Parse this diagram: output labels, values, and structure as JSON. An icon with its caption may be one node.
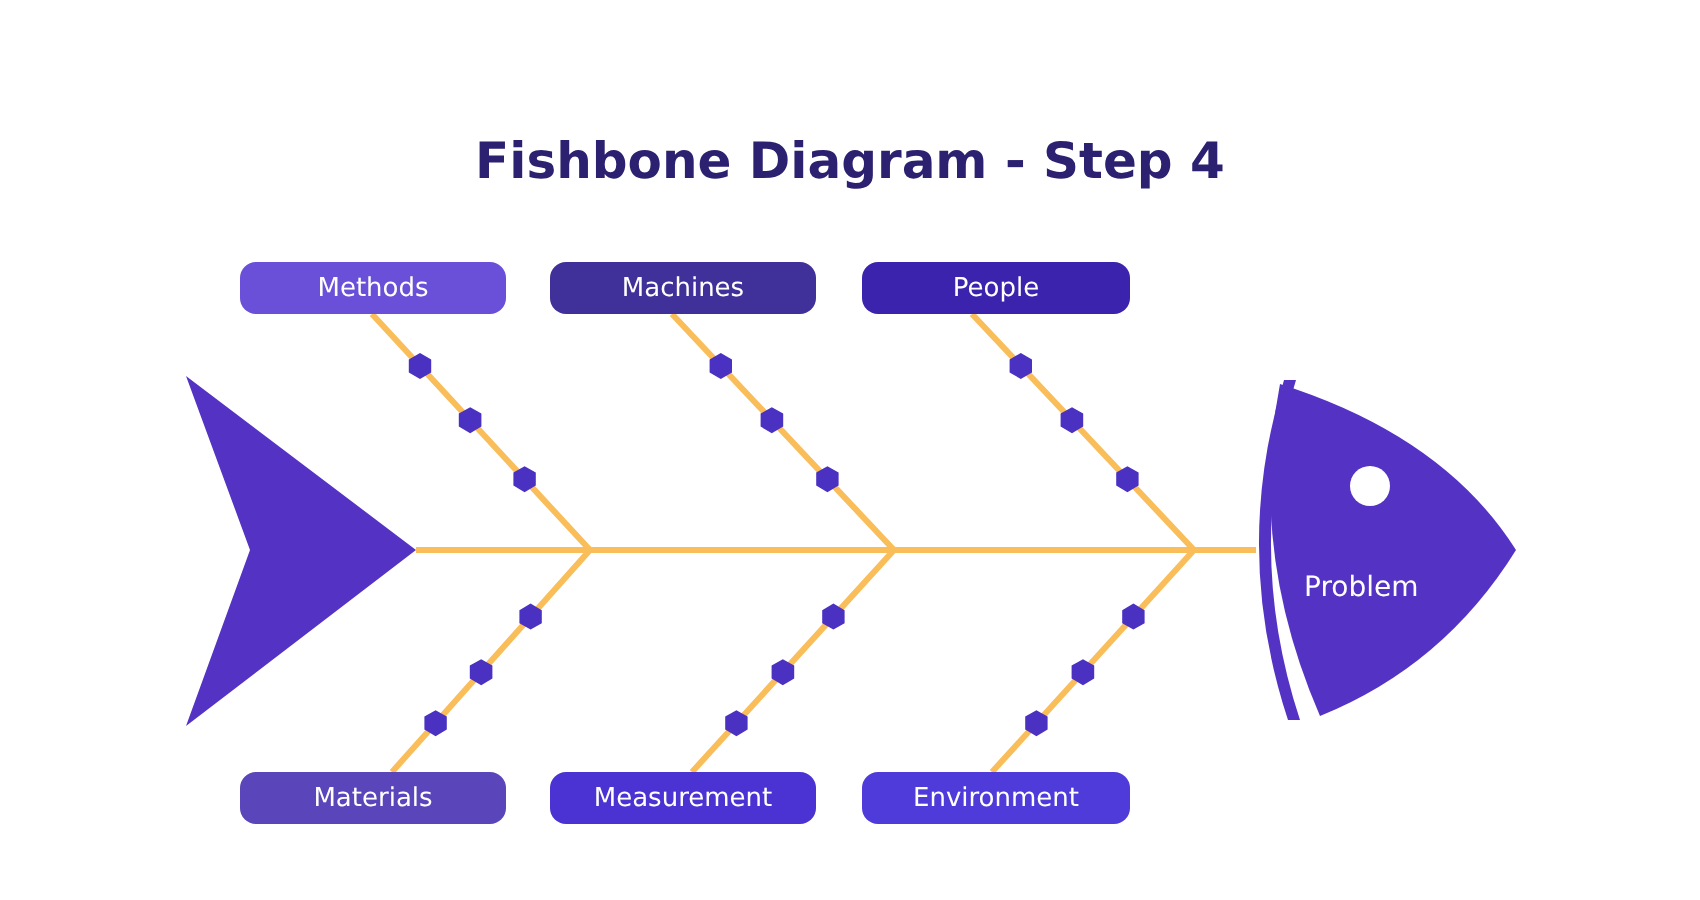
{
  "diagram": {
    "title": "Fishbone Diagram - Step 4",
    "nodes": [
      {
        "text": [
          "Methods"
        ]
      },
      {
        "text": [
          "Machines"
        ]
      },
      {
        "text": [
          "People"
        ]
      },
      {
        "text": [],
        "shape": "triangle"
      },
      {
        "text": [
          "Problem"
        ]
      },
      {
        "text": [
          "Materials"
        ]
      },
      {
        "text": [
          "Measurement"
        ]
      },
      {
        "text": [
          "Environment"
        ]
      }
    ],
    "edges": [
      {
        "from": 3,
        "to": 4,
        "arrow": "none"
      },
      {
        "from": 0,
        "to": 4,
        "arrow": "none"
      },
      {
        "from": 1,
        "to": 4,
        "arrow": "none"
      },
      {
        "from": 2,
        "to": 4,
        "arrow": "none"
      },
      {
        "from": 5,
        "to": 4,
        "arrow": "none"
      },
      {
        "from": 6,
        "to": 4,
        "arrow": "none"
      },
      {
        "from": 7,
        "to": 4,
        "arrow": "none"
      }
    ]
  }
}
